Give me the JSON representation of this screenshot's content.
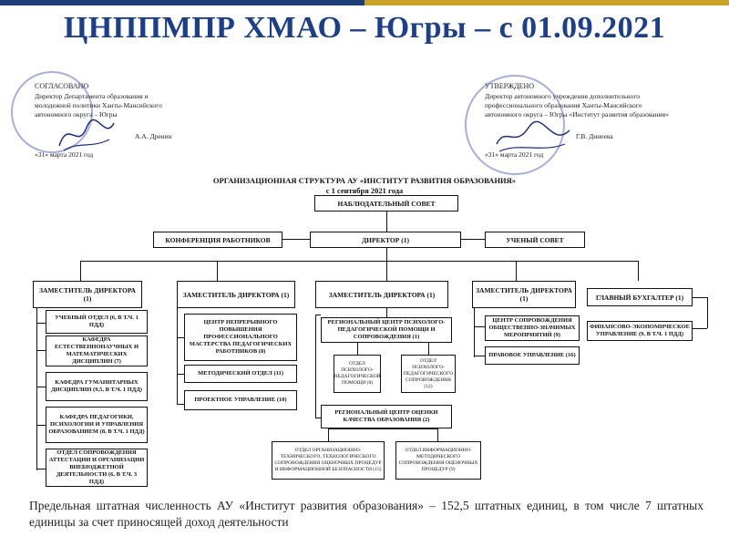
{
  "header": {
    "title": "ЦНППМПР ХМАО – Югры – с 01.09.2021"
  },
  "left_sign": {
    "heading": "СОГЛАСОВАНО",
    "lines": [
      "Директор Департамента образования и",
      "молодежной политики Ханты-Мансийского",
      "автономного округа – Югры"
    ],
    "name": "А.А. Дренин",
    "date": "«31» марта 2021 год"
  },
  "right_sign": {
    "heading": "УТВЕРЖДЕНО",
    "lines": [
      "Директор автономного учреждения дополнительного",
      "профессионального образования Ханты-Мансийского",
      "автономного округа – Югры «Институт развития образования»"
    ],
    "name": "Г.В. Динеева",
    "date": "«31» марта 2021 год"
  },
  "doc": {
    "title": "ОРГАНИЗАЦИОННАЯ СТРУКТУРА АУ «ИНСТИТУТ РАЗВИТИЯ ОБРАЗОВАНИЯ»",
    "subtitle": "с 1 сентября 2021 года"
  },
  "org": {
    "board": "НАБЛЮДАТЕЛЬНЫЙ СОВЕТ",
    "conference": "КОНФЕРЕНЦИЯ РАБОТНИКОВ",
    "director": "ДИРЕКТОР (1)",
    "council": "УЧЕНЫЙ СОВЕТ",
    "dep1": "ЗАМЕСТИТЕЛЬ ДИРЕКТОРА (1)",
    "dep2": "ЗАМЕСТИТЕЛЬ ДИРЕКТОРА (1)",
    "dep3": "ЗАМЕСТИТЕЛЬ ДИРЕКТОРА (1)",
    "dep4": "ЗАМЕСТИТЕЛЬ ДИРЕКТОРА (1)",
    "accountant": "ГЛАВНЫЙ БУХГАЛТЕР (1)",
    "c1": [
      "УЧЕБНЫЙ ОТДЕЛ (6, в т.ч. 1 ПДД)",
      "КАФЕДРА ЕСТЕСТВЕННОНАУЧНЫХ И МАТЕМАТИЧЕСКИХ ДИСЦИПЛИН (7)",
      "КАФЕДРА ГУМАНИТАРНЫХ ДИСЦИПЛИН (9,5, в т.ч. 1 ПДД)",
      "КАФЕДРА ПЕДАГОГИКИ, ПСИХОЛОГИИ И УПРАВЛЕНИЯ ОБРАЗОВАНИЕМ (8, в т.ч. 1 ПДД)",
      "ОТДЕЛ СОПРОВОЖДЕНИЯ АТТЕСТАЦИИ И ОРГАНИЗАЦИИ ВНЕБЮДЖЕТНОЙ ДЕЯТЕЛЬНОСТИ (6, в т.ч. 3 ПДД)"
    ],
    "c2": [
      "ЦЕНТР НЕПРЕРЫВНОГО ПОВЫШЕНИЯ ПРОФЕССИОНАЛЬНОГО МАСТЕРСТВА ПЕДАГОГИЧЕСКИХ РАБОТНИКОВ (8)",
      "МЕТОДИЧЕСКИЙ ОТДЕЛ (11)",
      "ПРОЕКТНОЕ УПРАВЛЕНИЕ (10)"
    ],
    "c3_center": "РЕГИОНАЛЬНЫЙ ЦЕНТР ПСИХОЛОГО-ПЕДАГОГИЧЕСКОЙ ПОМОЩИ И СОПРОВОЖДЕНИЯ (1)",
    "c3_sub": [
      "ОТДЕЛ ПСИХОЛОГО-ПЕДАГОГИЧЕСКОЙ ПОМОЩИ (8)",
      "ОТДЕЛ ПСИХОЛОГО-ПЕДАГОГИЧЕСКОГО СОПРОВОЖДЕНИЯ (12)"
    ],
    "c3_quality": "РЕГИОНАЛЬНЫЙ ЦЕНТР ОЦЕНКИ КАЧЕСТВА ОБРАЗОВАНИЯ (2)",
    "c3_q_sub": [
      "ОТДЕЛ ОРГАНИЗАЦИОННО-ТЕХНИЧЕСКОГО, ТЕХНОЛОГИЧЕСКОГО СОПРОВОЖДЕНИЯ ОЦЕНОЧНЫХ ПРОЦЕДУР И ИНФОРМАЦИОННОЙ БЕЗОПАСНОСТИ (15)",
      "ОТДЕЛ ИНФОРМАЦИОННО-МЕТОДИЧЕСКОГО СОПРОВОЖДЕНИЯ ОЦЕНОЧНЫХ ПРОЦЕДУР (9)"
    ],
    "c4": [
      "ЦЕНТР СОПРОВОЖДЕНИЯ ОБЩЕСТВЕННО-ЗНАЧИМЫХ МЕРОПРИЯТИЙ (9)",
      "ПРАВОВОЕ УПРАВЛЕНИЕ (16)"
    ],
    "c5": [
      "ФИНАНСОВО-ЭКОНОМИЧЕСКОЕ УПРАВЛЕНИЕ (9, в т.ч. 1 ПДД)"
    ]
  },
  "footer": "Предельная штатная численность АУ «Институт развития образования» – 152,5 штатных единиц, в том числе 7 штатных единицы за счет приносящей доход деятельности"
}
